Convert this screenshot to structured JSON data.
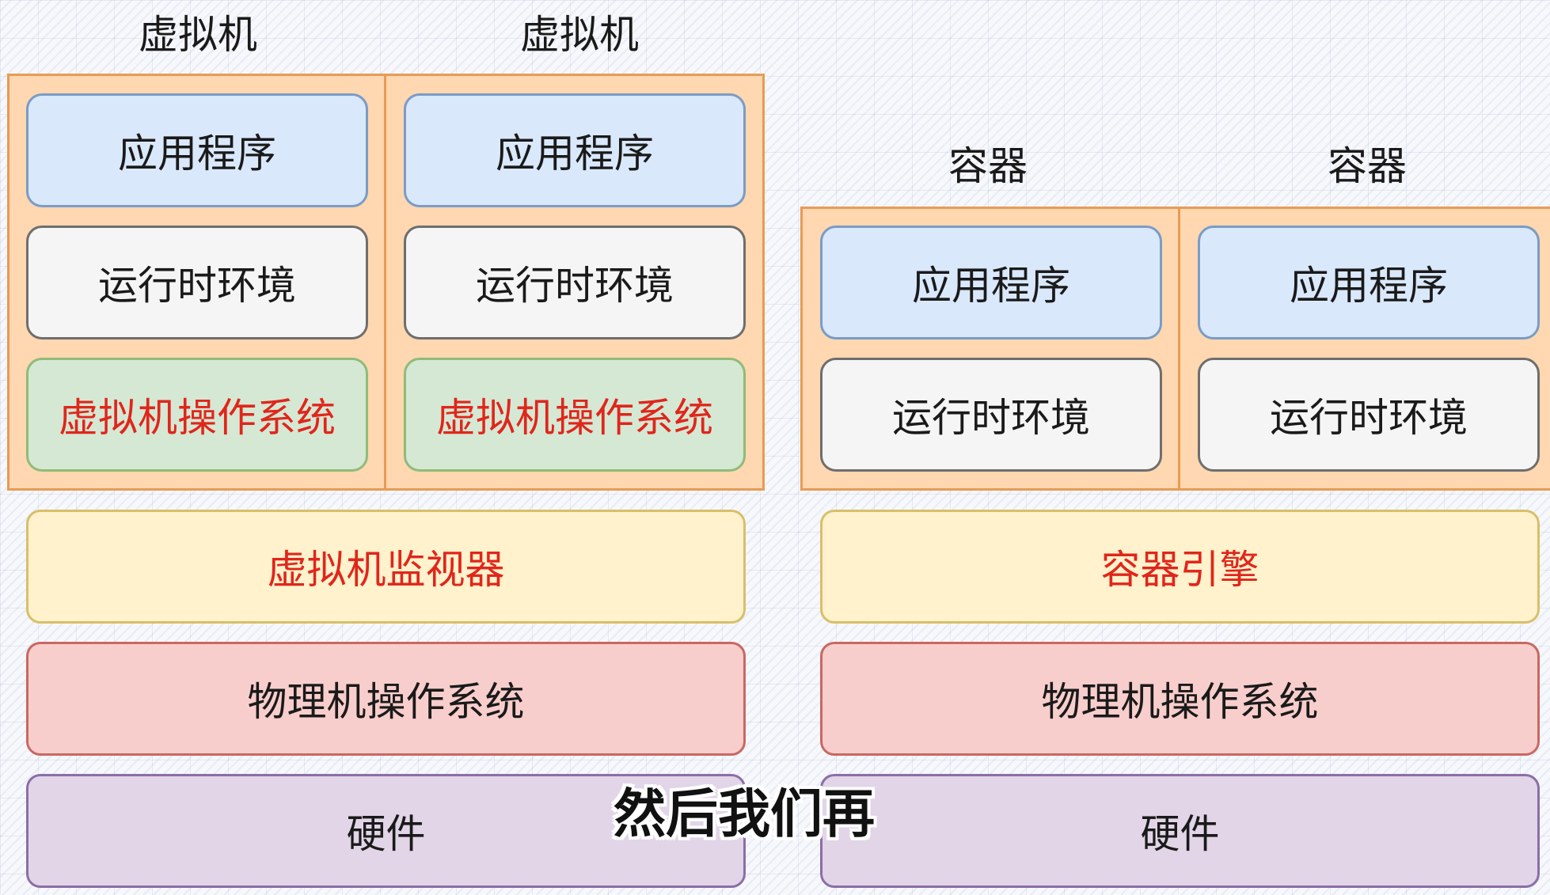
{
  "vm": {
    "labels": [
      "虚拟机",
      "虚拟机"
    ],
    "app": "应用程序",
    "runtime": "运行时环境",
    "guest_os": "虚拟机操作系统",
    "hypervisor": "虚拟机监视器",
    "host_os": "物理机操作系统",
    "hardware": "硬件"
  },
  "container": {
    "labels": [
      "容器",
      "容器"
    ],
    "app": "应用程序",
    "runtime": "运行时环境",
    "engine": "容器引擎",
    "host_os": "物理机操作系统",
    "hardware": "硬件"
  },
  "subtitle": "然后我们再",
  "colors": {
    "frame_fill": "#ffd7b0",
    "frame_border": "#e89b54",
    "app_fill": "#dae8fc",
    "runtime_fill": "#f5f5f5",
    "guest_os_fill": "#d5e8d4",
    "hypervisor_fill": "#fff2cc",
    "host_os_fill": "#f8cecc",
    "hardware_fill": "#e1d5e7",
    "highlight_text": "#e0261b"
  }
}
